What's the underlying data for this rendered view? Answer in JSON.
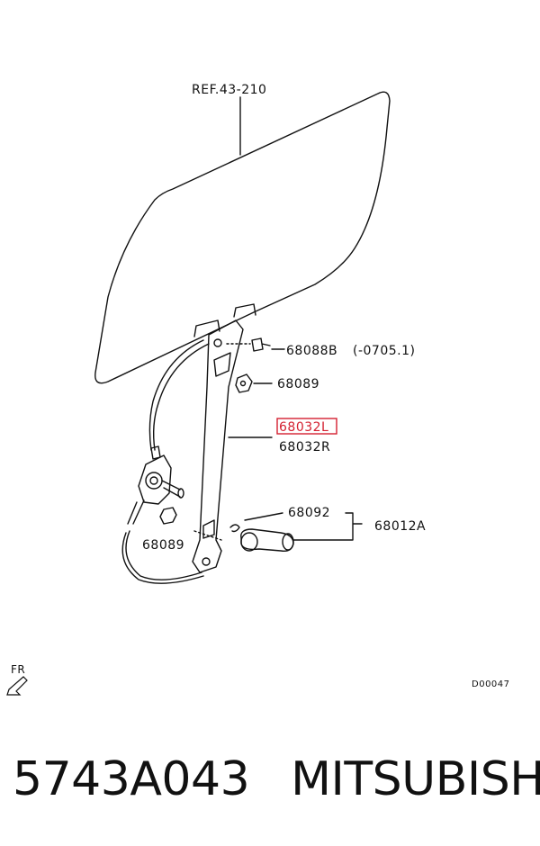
{
  "diagram": {
    "callouts": {
      "ref_glass": "REF.43-210",
      "bolt": "68088B",
      "bolt_note": "(-0705.1)",
      "nut_upper": "68089",
      "regulator_left": "68032L",
      "regulator_right": "68032R",
      "nut_lower": "68089",
      "clip": "68092",
      "handle_assy": "68012A"
    },
    "direction_label": "FR",
    "drawing_code": "D00047",
    "highlight_color": "#d42030"
  },
  "footer": {
    "part_number": "5743A043",
    "brand": "MITSUBISHI"
  }
}
